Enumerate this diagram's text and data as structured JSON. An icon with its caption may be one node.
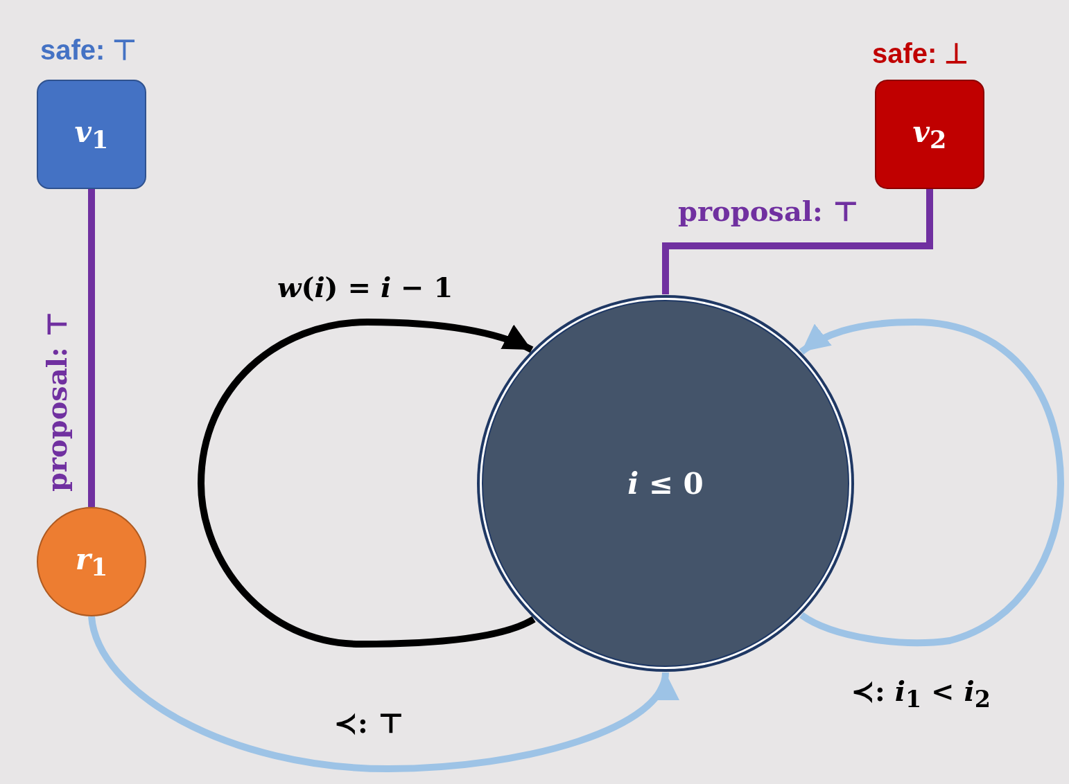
{
  "diagram": {
    "nodes": [
      {
        "text": [
          "*v*$_{1}$"
        ],
        "beside": [
          "safe: ⊤"
        ]
      },
      {
        "text": [
          "*v*$_{2}$"
        ],
        "beside": [
          "safe: ⊥"
        ]
      },
      {
        "text": [
          "*r*$_{1}$"
        ]
      },
      {
        "text": [
          "*i* ≤ 0"
        ]
      }
    ],
    "edges": [
      {
        "from": 0,
        "to": 2,
        "arrow": "none",
        "label": "proposal: ⊤",
        "color": "#7030a0"
      },
      {
        "from": 1,
        "to": 3,
        "arrow": "none",
        "label": "proposal: ⊤",
        "color": "#7030a0"
      },
      {
        "from": 3,
        "to": 3,
        "arrow": "to",
        "label": "*w*(*i*) = *i* − 1",
        "color": "#000000"
      },
      {
        "from": 3,
        "to": 3,
        "arrow": "to",
        "label": "≺: *i*$_{1}$ < *i*$_{2}$",
        "color": "#9dc3e6"
      },
      {
        "from": 2,
        "to": 3,
        "arrow": "to",
        "label": "≺: ⊤",
        "color": "#9dc3e6"
      }
    ]
  }
}
